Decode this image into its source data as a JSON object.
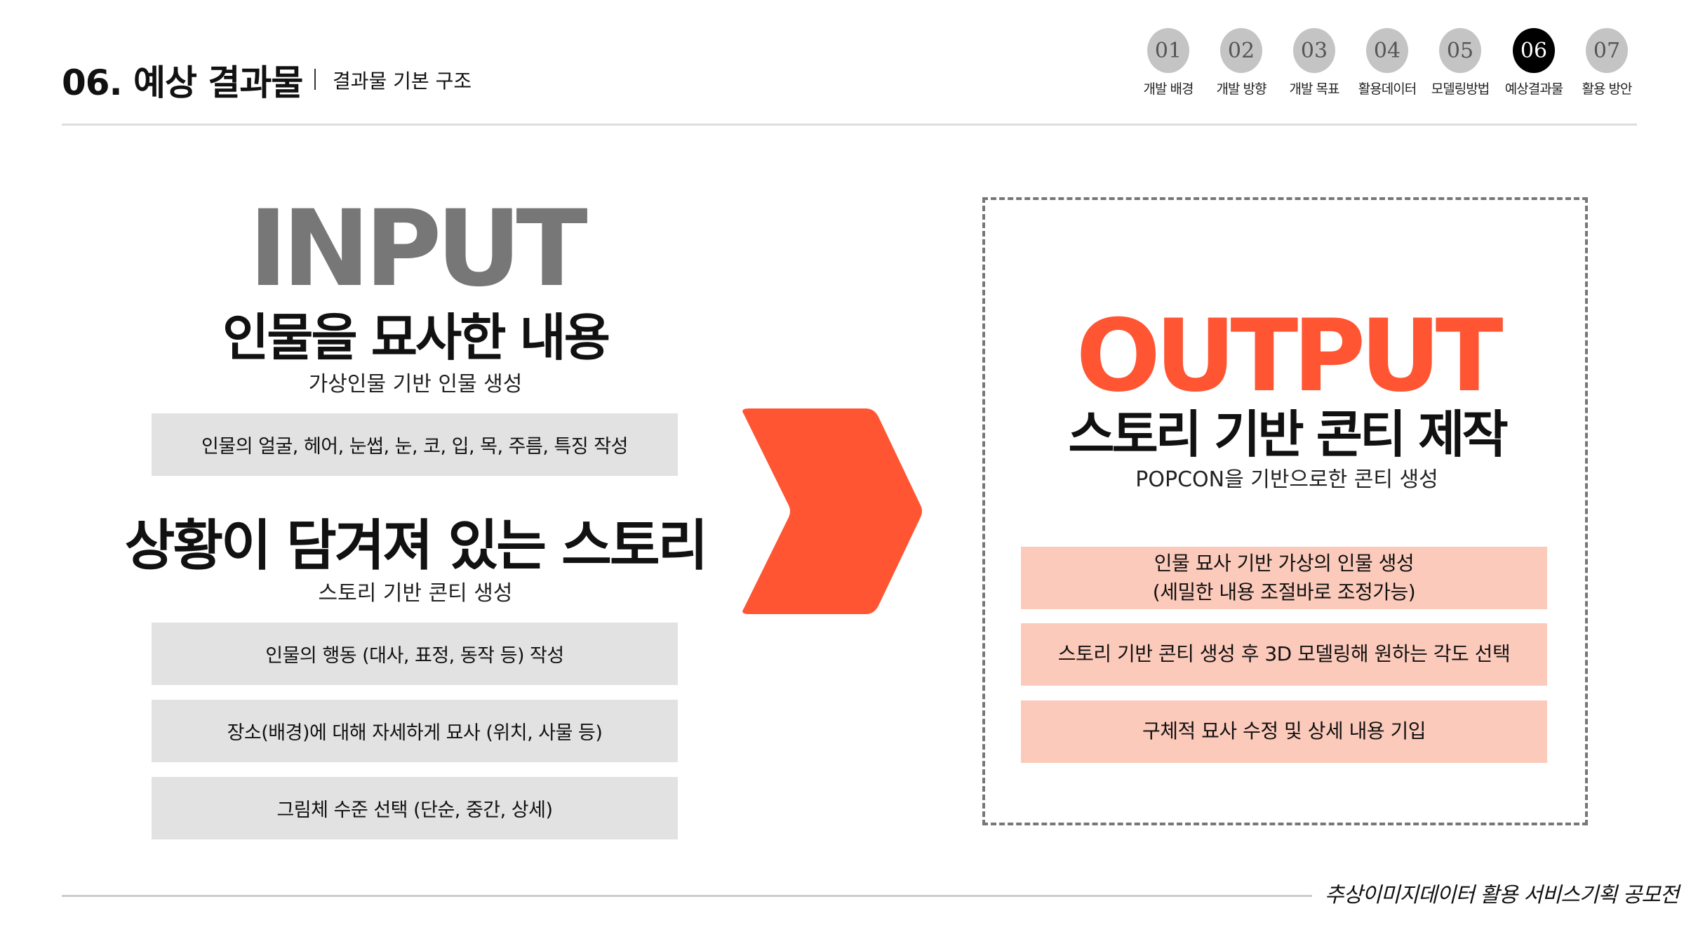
{
  "header": {
    "title": "06. 예상 결과물",
    "subtitle": "결과물 기본 구조"
  },
  "nav": [
    {
      "num": "01",
      "label": "개발 배경"
    },
    {
      "num": "02",
      "label": "개발 방향"
    },
    {
      "num": "03",
      "label": "개발 목표"
    },
    {
      "num": "04",
      "label": "활용데이터"
    },
    {
      "num": "05",
      "label": "모델링방법"
    },
    {
      "num": "06",
      "label": "예상결과물",
      "active": true
    },
    {
      "num": "07",
      "label": "활용 방안"
    }
  ],
  "input": {
    "word": "INPUT",
    "heading1": "인물을 묘사한 내용",
    "sub1": "가상인물 기반 인물 생성",
    "box1": "인물의 얼굴, 헤어, 눈썹, 눈, 코, 입, 목, 주름, 특징 작성",
    "heading2": "상황이 담겨져 있는 스토리",
    "sub2": "스토리 기반 콘티 생성",
    "boxes": [
      "인물의 행동 (대사, 표정, 동작 등) 작성",
      "장소(배경)에 대해 자세하게 묘사 (위치, 사물 등)",
      "그림체 수준 선택 (단순, 중간, 상세)"
    ]
  },
  "output": {
    "word": "OUTPUT",
    "heading": "스토리 기반 콘티 제작",
    "sub": "POPCON을 기반으로한 콘티 생성",
    "box1": [
      "인물 묘사 기반 가상의 인물 생성",
      "(세밀한 내용 조절바로 조정가능)"
    ],
    "box2": "스토리 기반 콘티 생성 후 3D 모델링해 원하는 각도 선택",
    "box3": "구체적 묘사 수정 및 상세 내용 기입"
  },
  "footer": "추상이미지데이터 활용 서비스기획 공모전",
  "colors": {
    "accent": "#ff5533",
    "pink": "#fccabb",
    "gray": "#e2e2e2"
  }
}
